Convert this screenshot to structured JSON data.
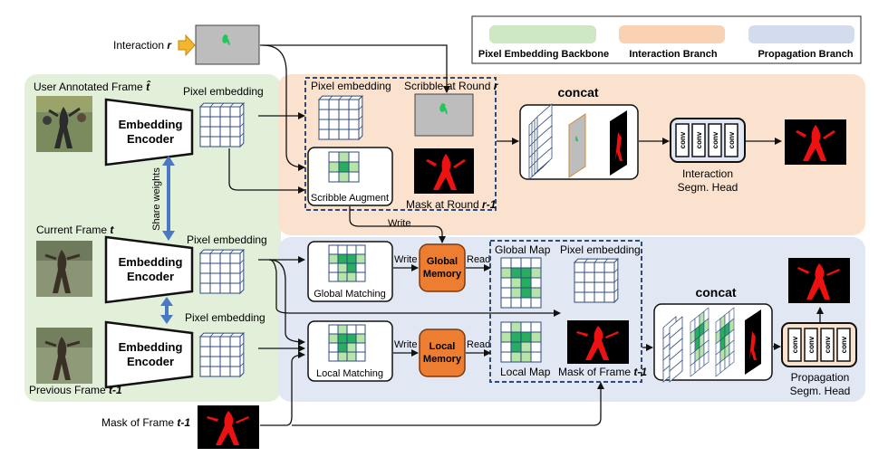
{
  "legend": {
    "backbone": "Pixel Embedding Backbone",
    "interaction": "Interaction Branch",
    "propagation": "Propagation Branch"
  },
  "colors": {
    "backbone": "#e2efd9",
    "interaction": "#fbe2cf",
    "propagation": "#e1e7f3",
    "memory": "#ed7d31",
    "dashed": "#2f4b7c",
    "green_light": "#b7e4a9",
    "green_dark": "#27ae60"
  },
  "inputs": {
    "interaction": "Interaction ",
    "interaction_var": "r",
    "user_frame": "User Annotated Frame ",
    "user_frame_var": "t̂",
    "current_frame": "Current Frame ",
    "current_frame_var": "t",
    "previous_frame": "Previous Frame ",
    "previous_frame_var": "t-1",
    "mask_prev": "Mask of Frame ",
    "mask_prev_var": "t-1"
  },
  "encoder": {
    "title_line1": "Embedding",
    "title_line2": "Encoder",
    "pixel_embedding": "Pixel embedding",
    "share_weights": "Share weights"
  },
  "interaction_branch": {
    "pixel_embedding": "Pixel embedding",
    "scribble_at_round": "Scribble at Round ",
    "scribble_var": "r",
    "scribble_augment": "Scribble Augment",
    "mask_at_round": "Mask at Round ",
    "mask_var": "r-1",
    "concat": "concat",
    "head_line1": "Interaction",
    "head_line2": "Segm. Head",
    "conv": "conv",
    "write": "Write"
  },
  "propagation_branch": {
    "global_matching": "Global Matching",
    "local_matching": "Local Matching",
    "global_memory_line1": "Global",
    "global_memory_line2": "Memory",
    "local_memory_line1": "Local",
    "local_memory_line2": "Memory",
    "write": "Write",
    "read": "Read",
    "global_map": "Global Map",
    "pixel_embedding": "Pixel embedding",
    "local_map": "Local Map",
    "mask_of_frame": "Mask of Frame ",
    "mask_var": "t-1",
    "concat": "concat",
    "head_line1": "Propagation",
    "head_line2": "Segm. Head",
    "conv": "conv"
  }
}
